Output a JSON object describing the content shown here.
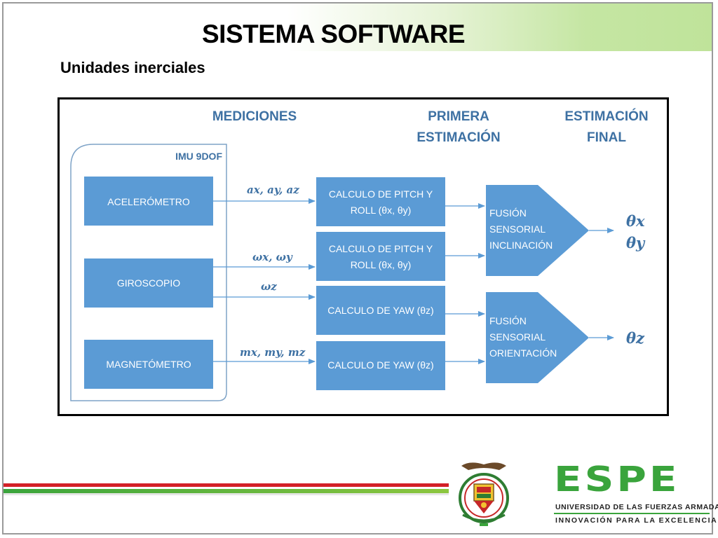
{
  "slide": {
    "title": "SISTEMA SOFTWARE",
    "subtitle": "Unidades inerciales"
  },
  "diagram": {
    "headers": {
      "mediciones": "MEDICIONES",
      "primera_line1": "PRIMERA",
      "primera_line2": "ESTIMACIÓN",
      "final_line1": "ESTIMACIÓN",
      "final_line2": "FINAL"
    },
    "imu_label": "IMU 9DOF",
    "sensors": [
      "ACELERÓMETRO",
      "GIROSCOPIO",
      "MAGNETÓMETRO"
    ],
    "calc_blocks": [
      {
        "line1": "CALCULO DE PITCH Y",
        "line2": "ROLL (θx, θy)"
      },
      {
        "line1": "CALCULO DE PITCH Y",
        "line2": "ROLL (θx, θy)"
      },
      {
        "line1": "CALCULO DE YAW (θz)"
      },
      {
        "line1": "CALCULO DE YAW (θz)"
      }
    ],
    "signals": {
      "accel": "ax, ay, az",
      "gyro_xy": "ωx, ωy",
      "gyro_z": "ωz",
      "mag": "mx, my, mz"
    },
    "fusion_blocks": [
      {
        "line1": "FUSIÓN",
        "line2": "SENSORIAL",
        "line3": "INCLINACIÓN"
      },
      {
        "line1": "FUSIÓN",
        "line2": "SENSORIAL",
        "line3": "ORIENTACIÓN"
      }
    ],
    "outputs": {
      "theta_x": "θx",
      "theta_y": "θy",
      "theta_z": "θz"
    },
    "colors": {
      "block": "#5b9bd5",
      "header_text": "#3e71a3",
      "arrow": "#5b9bd5",
      "imu_border": "#7ea3c7"
    }
  },
  "footer": {
    "logo_text": "ESPE",
    "line1": "UNIVERSIDAD DE LAS FUERZAS ARMADAS",
    "line2": "INNOVACIÓN PARA LA EXCELENCIA",
    "crest_icon": "university-crest-icon",
    "colors": {
      "brand_green": "#3aa43c",
      "stripe_red": "#d32027",
      "stripe_green": "#3aa43c"
    }
  }
}
